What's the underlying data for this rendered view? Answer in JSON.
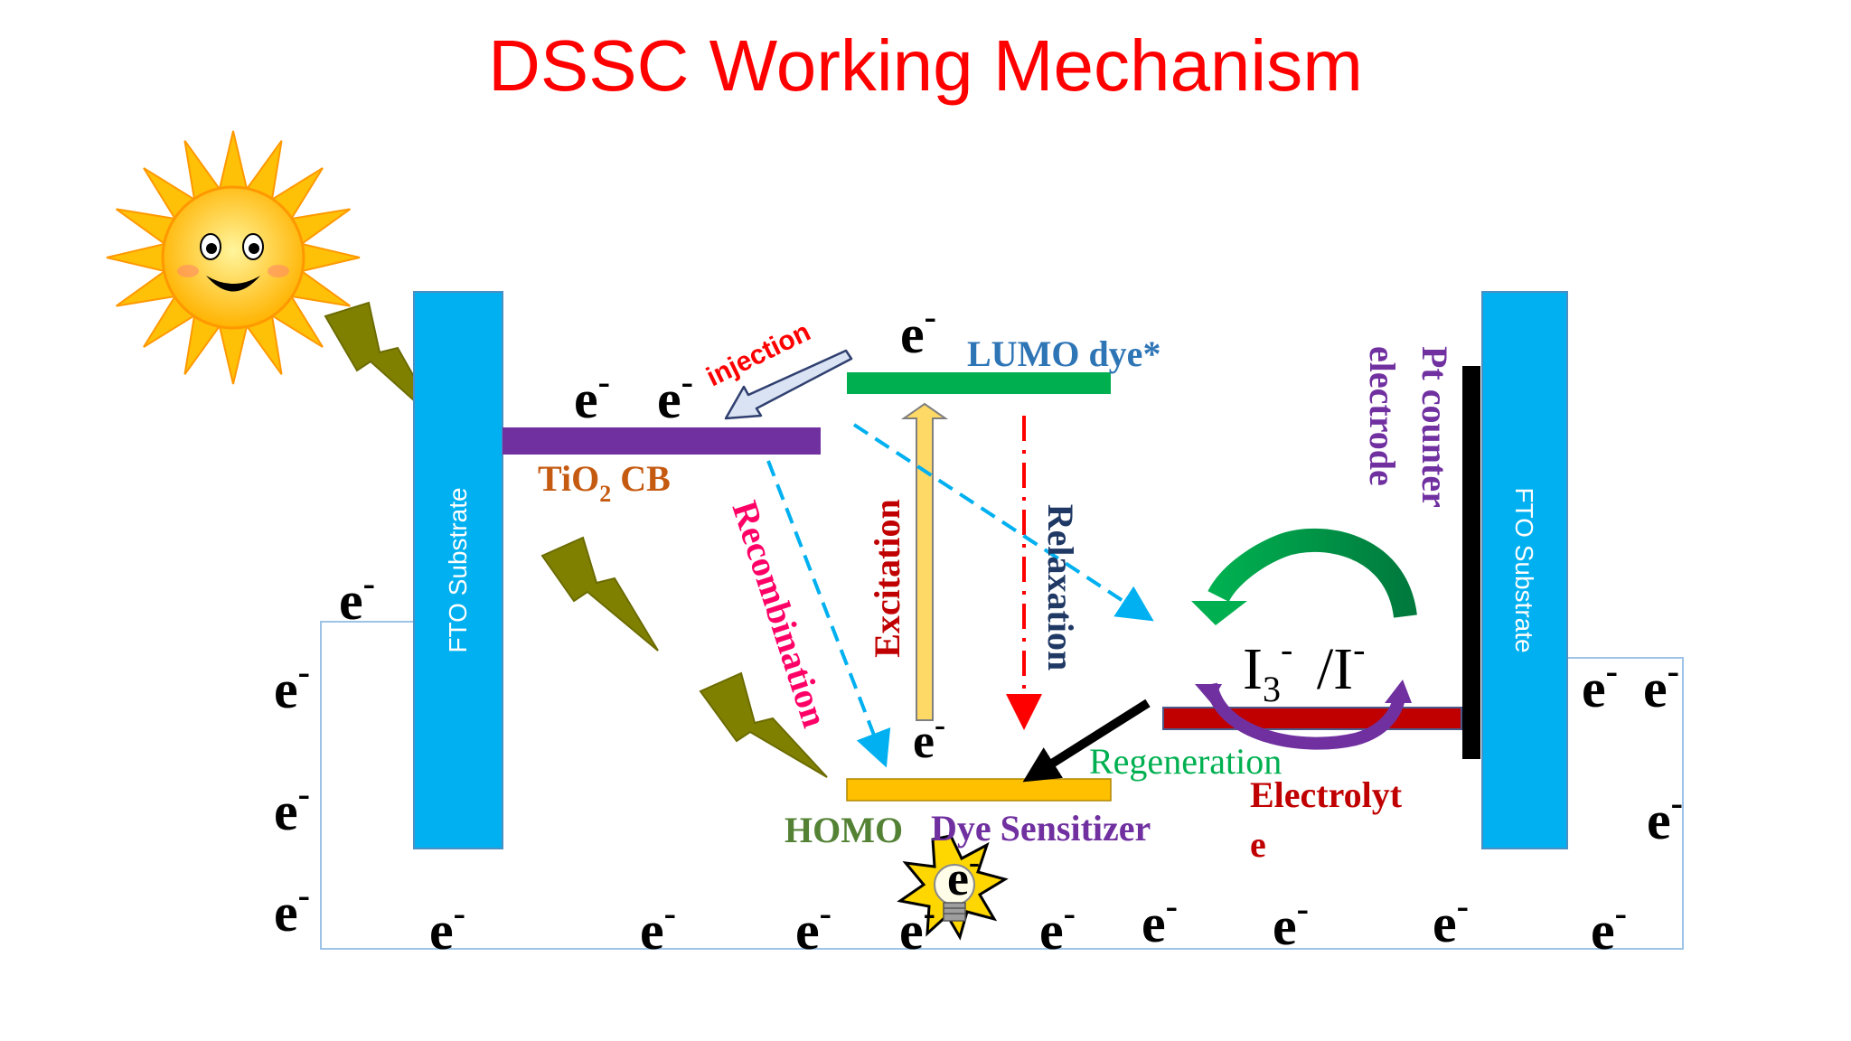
{
  "title": "DSSC Working Mechanism",
  "electron": {
    "symbol": "e",
    "sign": "-"
  },
  "labels": {
    "fto_left": "FTO Substrate",
    "fto_right": "FTO Substrate",
    "tio2_main": "TiO",
    "tio2_sub": "2",
    "tio2_cb": " CB",
    "lumo_word": "LUMO",
    "lumo_dye": " dye*",
    "homo_word": "HOMO",
    "dye_sensitizer": "Dye Sensitizer",
    "injection": "injection",
    "recombination": "Recombination",
    "excitation": "Excitation",
    "relaxation": "Relaxation",
    "regeneration": "Regeneration",
    "electrolyte_line1": "Electrolyt",
    "electrolyte_line2": "e",
    "pt_line1": "Pt counter",
    "pt_line2": "electrode",
    "redox_i": "I",
    "redox_3": "3",
    "redox_sep": "/I"
  },
  "colors": {
    "title": "#ff0000",
    "fto": "#00b0f0",
    "tio2_band": "#7030a0",
    "lumo_band": "#00b050",
    "homo_band": "#ffc000",
    "electrolyte_band": "#c00000",
    "pt_electrode": "#000000",
    "tio2_text": "#c55a11",
    "lumo_text": "#2e75b6",
    "dye_text": "#7030a0",
    "homo_text": "#548235",
    "injection_text": "#ff0000",
    "recombination_text": "#ff0066",
    "excitation_text": "#c00000",
    "relaxation_text": "#1f3864",
    "regeneration_text": "#00b050",
    "electrolyte_text": "#c00000",
    "pt_text": "#7030a0",
    "dashed_arrow": "#00b0f0",
    "relax_arrow": "#ff0000",
    "excitation_arrow": "#ffd966",
    "circuit_wire": "#9dc3e6",
    "lightning": "#808000",
    "sun": "#ffd700"
  },
  "icons": [
    "sun-icon",
    "lightning-bolt-icon",
    "light-bulb-icon"
  ]
}
